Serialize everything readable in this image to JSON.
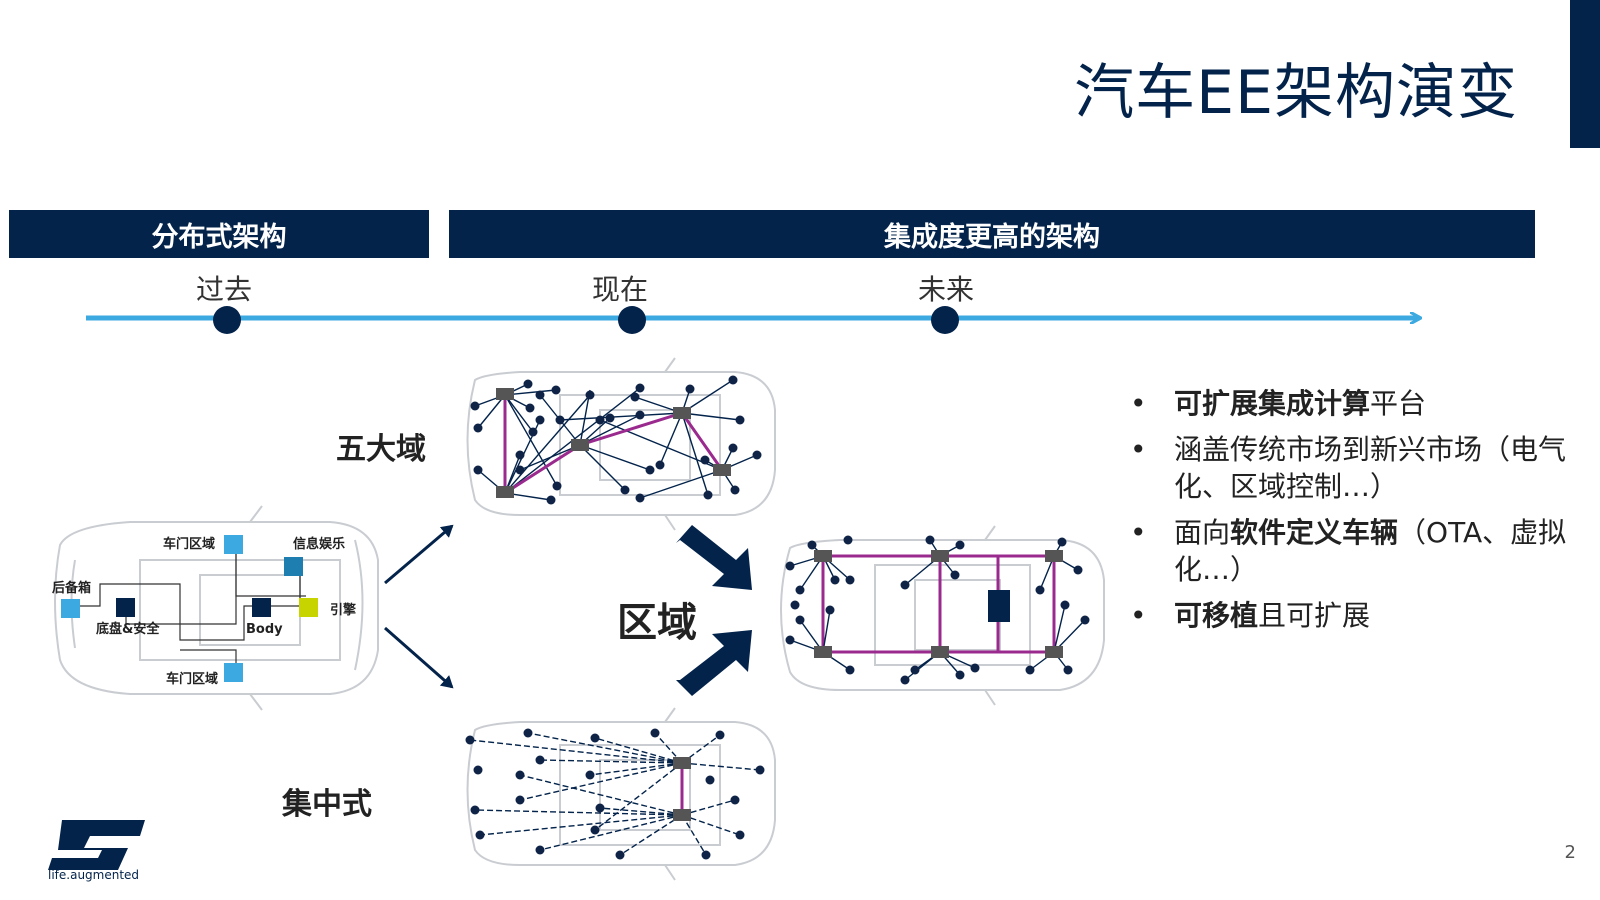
{
  "title": "汽车EE架构演变",
  "bands": {
    "left": "分布式架构",
    "right": "集成度更高的架构"
  },
  "timeline": {
    "past": "过去",
    "present": "现在",
    "future": "未来"
  },
  "labels": {
    "five_domains": "五大域",
    "zone": "区域",
    "centralized": "集中式"
  },
  "distributed_car": {
    "door_top": "车门区域",
    "infotainment": "信息娱乐",
    "trunk": "后备箱",
    "chassis": "底盘&安全",
    "body": "Body",
    "engine": "引擎",
    "door_bottom": "车门区域"
  },
  "bullets": [
    {
      "bold": "可扩展集成计算",
      "rest": "平台"
    },
    {
      "bold": "",
      "rest": "涵盖传统市场到新兴市场（电气化、区域控制…）"
    },
    {
      "pre": "面向",
      "bold": "软件定义车辆",
      "rest": "（OTA、虚拟化…）"
    },
    {
      "bold": "可移植",
      "rest": "且可扩展"
    }
  ],
  "bullet_symbol": "•",
  "page_number": "2",
  "logo": {
    "tagline": "life.augmented"
  },
  "colors": {
    "navy": "#03234b",
    "timeline": "#3ca9e0",
    "link": "#9b2a8f",
    "node": "#0f2347"
  }
}
